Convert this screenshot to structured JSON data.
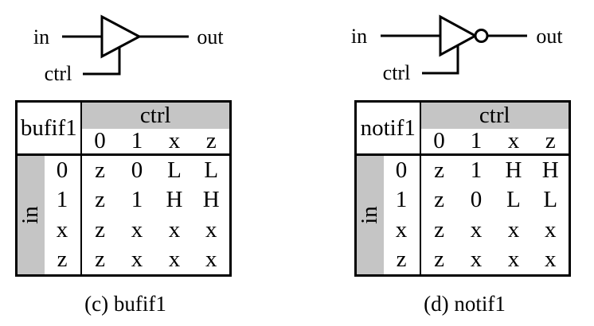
{
  "colors": {
    "background": "#ffffff",
    "text": "#000000",
    "line": "#000000",
    "header_fill": "#c5c5c5"
  },
  "figures": [
    {
      "caption": "(c) bufif1",
      "symbol": {
        "type": "tri-state buffer",
        "bubble": false,
        "in_label": "in",
        "out_label": "out",
        "ctrl_label": "ctrl"
      },
      "table": {
        "corner_label": "bufif1",
        "col_group_label": "ctrl",
        "row_group_label": "in",
        "col_headers": [
          "0",
          "1",
          "x",
          "z"
        ],
        "row_headers": [
          "0",
          "1",
          "x",
          "z"
        ],
        "rows": [
          [
            "z",
            "0",
            "L",
            "L"
          ],
          [
            "z",
            "1",
            "H",
            "H"
          ],
          [
            "z",
            "x",
            "x",
            "x"
          ],
          [
            "z",
            "x",
            "x",
            "x"
          ]
        ]
      }
    },
    {
      "caption": "(d) notif1",
      "symbol": {
        "type": "tri-state inverter",
        "bubble": true,
        "in_label": "in",
        "out_label": "out",
        "ctrl_label": "ctrl"
      },
      "table": {
        "corner_label": "notif1",
        "col_group_label": "ctrl",
        "row_group_label": "in",
        "col_headers": [
          "0",
          "1",
          "x",
          "z"
        ],
        "row_headers": [
          "0",
          "1",
          "x",
          "z"
        ],
        "rows": [
          [
            "z",
            "1",
            "H",
            "H"
          ],
          [
            "z",
            "0",
            "L",
            "L"
          ],
          [
            "z",
            "x",
            "x",
            "x"
          ],
          [
            "z",
            "x",
            "x",
            "x"
          ]
        ]
      }
    }
  ]
}
